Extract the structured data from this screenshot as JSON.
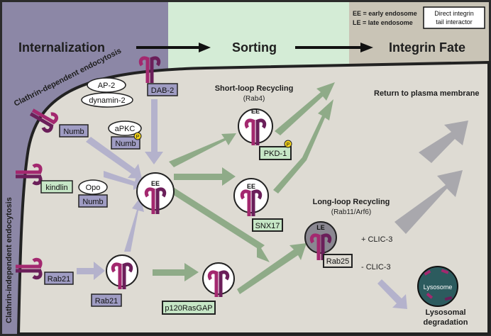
{
  "stages": {
    "internalization": "Internalization",
    "sorting": "Sorting",
    "fate": "Integrin Fate"
  },
  "legend": {
    "ee_def": "EE = early endosome",
    "le_def": "LE = late endosome",
    "box_line1": "Direct integrin",
    "box_line2": "tail  interactor"
  },
  "pathways": {
    "clathrin_dependent": "Clathrin-dependent endocytosis",
    "clathrin_independent": "Clathrin-independent endocytosis",
    "short_loop_title": "Short-loop Recycling",
    "short_loop_sub": "(Rab4)",
    "long_loop_title": "Long-loop Recycling",
    "long_loop_sub": "(Rab11/Arf6)",
    "return_pm": "Return to plasma membrane",
    "lysosomal_1": "Lysosomal",
    "lysosomal_2": "degradation",
    "clic_plus": "+ CLIC-3",
    "clic_minus": "- CLIC-3"
  },
  "labels": {
    "ap2": "AP-2",
    "dynamin2": "dynamin-2",
    "dab2": "DAB-2",
    "numb1": "Numb",
    "apkc": "aPKC",
    "numb2": "Numb",
    "kindlin": "kindlin",
    "opo": "Opo",
    "numb3": "Numb",
    "rab21a": "Rab21",
    "rab21b": "Rab21",
    "pkd1": "PKD-1",
    "snx17": "SNX17",
    "p120": "p120RasGAP",
    "rab25": "Rab25",
    "phospho": "P",
    "ee": "EE",
    "le": "LE",
    "lysosome": "Lysosome"
  },
  "colors": {
    "cytoplasm": "#dedbd3",
    "membrane_zone": "#8c87a6",
    "sorting_band": "#d4ecd6",
    "fate_band": "#c9c4b6",
    "integrin": "#a3286f",
    "integrin_dark": "#6b1f5a",
    "arrow_lavender": "#b4b2cc",
    "arrow_green": "#8fab88",
    "lysosome": "#2c5b5e"
  }
}
